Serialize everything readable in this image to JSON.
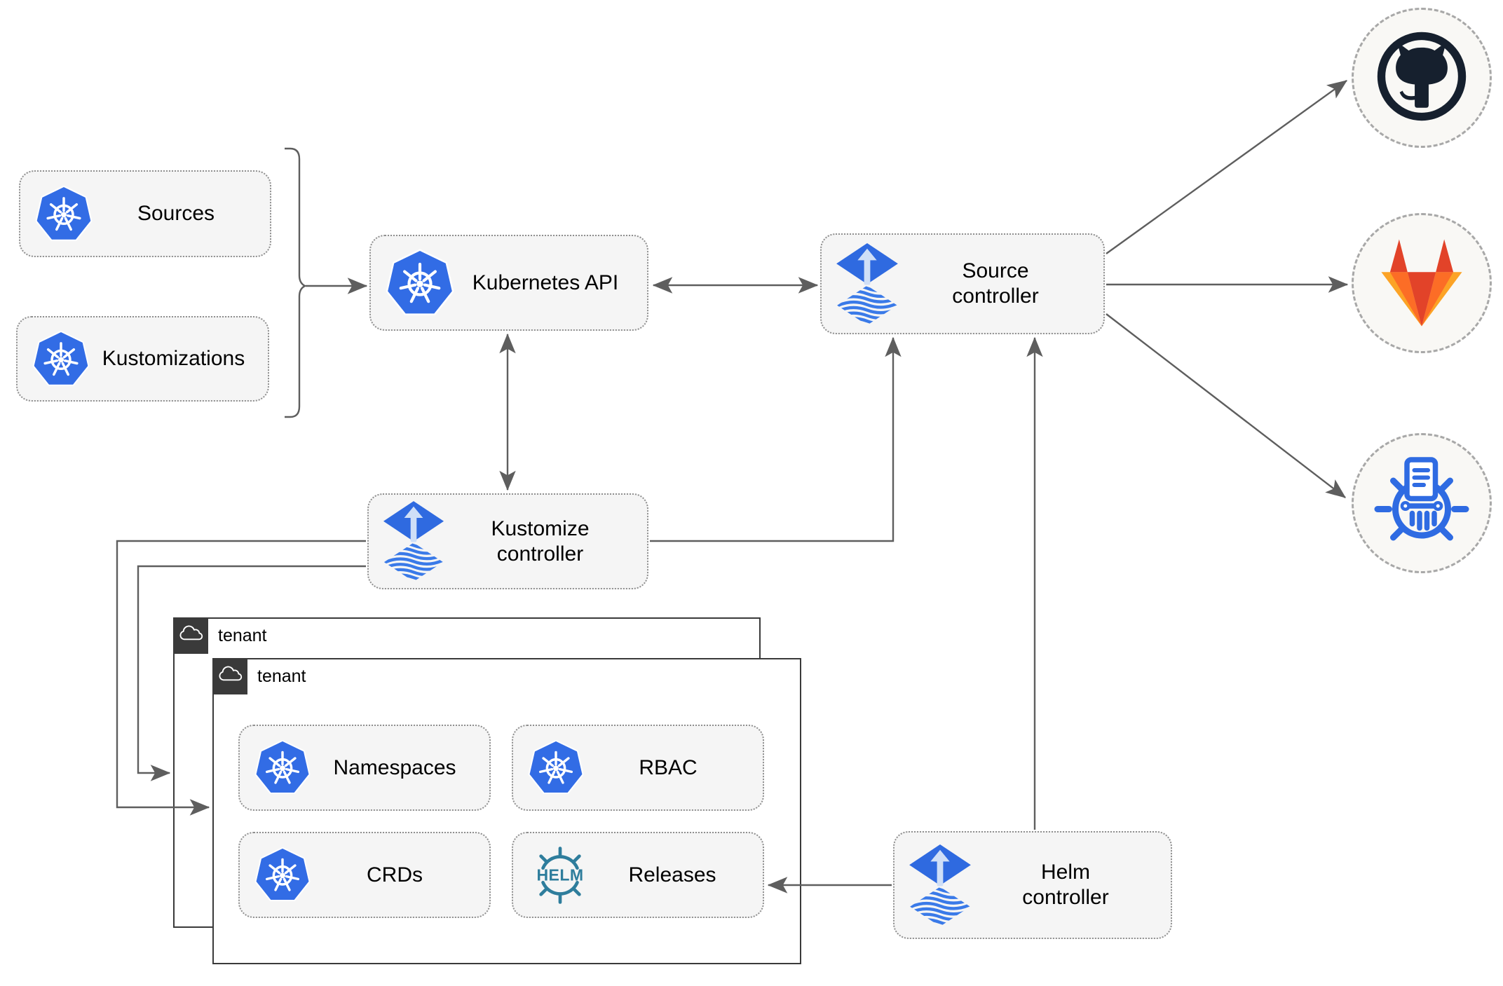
{
  "diagram": {
    "nodes": {
      "sources": {
        "label": "Sources",
        "icon": "kubernetes-icon"
      },
      "kustomizations": {
        "label": "Kustomizations",
        "icon": "kubernetes-icon"
      },
      "kubernetes_api": {
        "label": "Kubernetes API",
        "icon": "kubernetes-icon"
      },
      "source_controller": {
        "label": "Source\ncontroller",
        "icon": "flux-icon"
      },
      "kustomize_controller": {
        "label": "Kustomize\ncontroller",
        "icon": "flux-icon"
      },
      "helm_controller": {
        "label": "Helm\ncontroller",
        "icon": "flux-icon"
      },
      "namespaces": {
        "label": "Namespaces",
        "icon": "kubernetes-icon"
      },
      "rbac": {
        "label": "RBAC",
        "icon": "kubernetes-icon"
      },
      "crds": {
        "label": "CRDs",
        "icon": "kubernetes-icon"
      },
      "releases": {
        "label": "Releases",
        "icon": "helm-icon"
      },
      "github": {
        "icon": "github-icon"
      },
      "gitlab": {
        "icon": "gitlab-icon"
      },
      "chartmuseum": {
        "icon": "chartmuseum-icon"
      }
    },
    "containers": {
      "tenant_back": {
        "label": "tenant",
        "icon": "cloud-icon"
      },
      "tenant_front": {
        "label": "tenant",
        "icon": "cloud-icon"
      }
    },
    "icons": {
      "helm_wordmark": "HELM",
      "list": [
        "kubernetes-icon",
        "flux-icon",
        "helm-icon",
        "github-icon",
        "gitlab-icon",
        "chartmuseum-icon",
        "cloud-icon"
      ]
    },
    "colors": {
      "kubernetes_blue": "#326ce5",
      "flux_blue": "#2f6ae0",
      "flux_light": "#cfdff7",
      "flux_wave": "#3a7ae8",
      "helm_teal": "#2e7d9c",
      "chartmuseum_blue": "#2f6be2",
      "github_dark": "#16202e",
      "gitlab_dark": "#e24329",
      "gitlab_mid": "#fc6d26",
      "gitlab_light": "#fca326",
      "connector": "#5e5e5e",
      "node_fill": "#f5f5f5",
      "node_border": "#8f8f8f",
      "circle_fill": "#f9f8f5",
      "circle_border": "#a8a8a8",
      "tenant_border": "#3a3a3a"
    }
  }
}
